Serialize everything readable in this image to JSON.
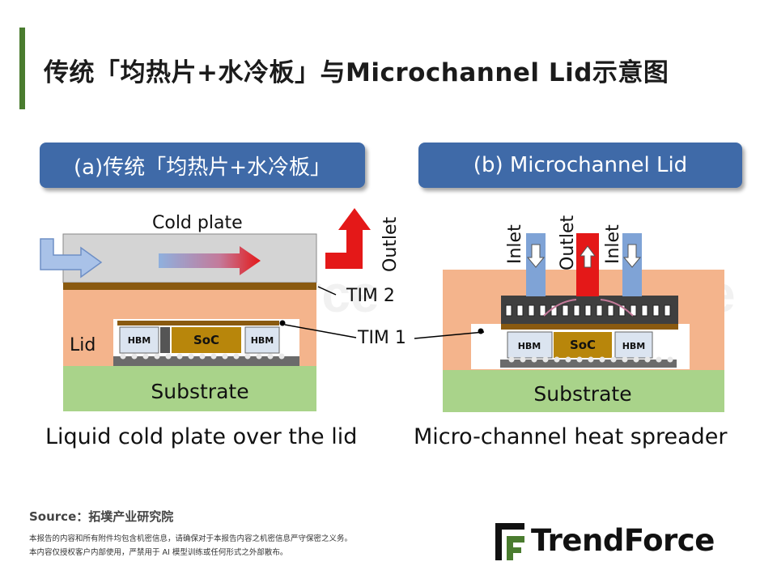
{
  "page": {
    "title": "传统「均热片+水冷板」与Microchannel Lid示意图",
    "accent_color": "#4a7c2f"
  },
  "panels": {
    "left": {
      "header": "(a)传统「均热片+水冷板」",
      "caption": "Liquid cold plate over the lid",
      "labels": {
        "cold_plate": "Cold plate",
        "outlet": "Outlet",
        "tim2": "TIM 2",
        "tim1": "TIM 1",
        "lid": "Lid",
        "hbm_left": "HBM",
        "soc": "SoC",
        "hbm_right": "HBM",
        "substrate": "Substrate"
      }
    },
    "right": {
      "header": "(b) Microchannel Lid",
      "caption": "Micro-channel heat spreader",
      "labels": {
        "inlet_left": "Inlet",
        "outlet": "Outlet",
        "inlet_right": "Inlet",
        "hbm_left": "HBM",
        "soc": "SoC",
        "hbm_right": "HBM",
        "substrate": "Substrate"
      }
    }
  },
  "colors": {
    "header_blue": "#3f6aa8",
    "lid_orange": "#f4b48c",
    "substrate_green": "#a9d38a",
    "cold_plate_gray": "#d4d4d4",
    "tim_brown": "#8a5a10",
    "soc_gold": "#b8860b",
    "hbm_blue": "#dbe4f0",
    "outlet_red": "#e41818",
    "inlet_blue": "#7fa3d6"
  },
  "source": "Source：拓墣产业研究院",
  "disclaimer": {
    "line1": "本报告的内容和所有附件均包含机密信息，请确保对于本报告内容之机密信息严守保密之义务。",
    "line2": "本内容仅授权客户内部使用，严禁用于 AI 模型训练或任何形式之外部散布。"
  },
  "logo": {
    "text": "TrendForce",
    "watermark": "TrendForce"
  }
}
